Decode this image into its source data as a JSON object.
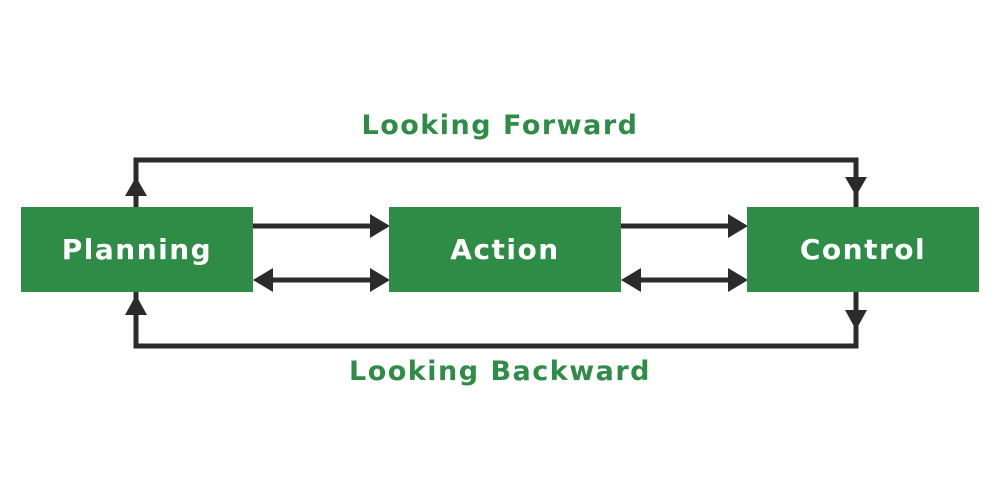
{
  "diagram": {
    "nodes": {
      "planning": "Planning",
      "action": "Action",
      "control": "Control"
    },
    "labels": {
      "forward": "Looking Forward",
      "backward": "Looking Backward"
    },
    "colors": {
      "box_fill": "#2f8c47",
      "box_text": "#ffffff",
      "label_text": "#2f8c47",
      "arrow": "#2b2b2b"
    }
  }
}
